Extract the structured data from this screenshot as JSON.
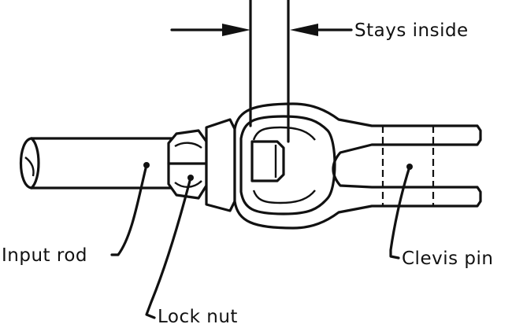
{
  "labels": {
    "stays_inside": "Stays inside",
    "input_rod": "Input rod",
    "lock_nut": "Lock nut",
    "clevis_pin": "Clevis pin"
  },
  "colors": {
    "ink": "#111111",
    "paper": "#ffffff"
  }
}
